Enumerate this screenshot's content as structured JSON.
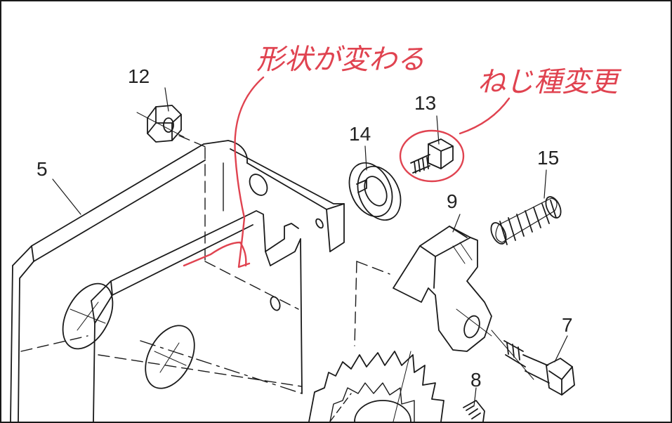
{
  "drawing": {
    "line_color": "#1a1a1a",
    "annotation_color": "#e04350",
    "part_labels": {
      "p5": "5",
      "p7": "7",
      "p8": "8",
      "p9": "9",
      "p12": "12",
      "p13": "13",
      "p14": "14",
      "p15": "15"
    },
    "annotations": {
      "shape_change": "形状が変わる",
      "screw_change": "ねじ種変更"
    }
  }
}
